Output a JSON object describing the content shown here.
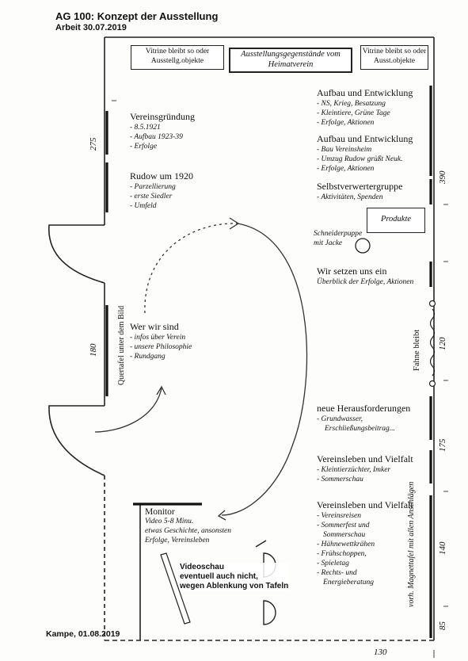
{
  "header": {
    "title": "AG 100: Konzept der Ausstellung",
    "subtitle": "Arbeit 30.07.2019"
  },
  "footer_date": "Kampe, 01.08.2019",
  "boxes": {
    "left_vitrine": "Vitrine bleibt so oder Ausstellg.objekte",
    "center": "Ausstellungsgegenstände vom Heimatverein",
    "right_vitrine": "Vitrine bleibt so oder Ausst.objekte",
    "produkte": "Produkte"
  },
  "left_sections": [
    {
      "title": "Vereinsgründung",
      "items": [
        "- 8.5.1921",
        "- Aufbau 1923-39",
        "- Erfolge"
      ]
    },
    {
      "title": "Rudow um 1920",
      "items": [
        "- Parzellierung",
        "- erste Siedler",
        "- Umfeld"
      ]
    }
  ],
  "wer_wir_sind": {
    "title": "Wer wir sind",
    "items": [
      "- infos über Verein",
      "- unsere Philosophie",
      "- Rundgang"
    ]
  },
  "right_sections": [
    {
      "title": "Aufbau und Entwicklung",
      "items": [
        "- NS, Krieg, Besatzung",
        "- Kleintiere, Grüne Tage",
        "- Erfolge, Aktionen"
      ]
    },
    {
      "title": "Aufbau und Entwicklung",
      "items": [
        "- Bau Vereinsheim",
        "- Umzug Rudow grüßt Neuk.",
        "- Erfolge, Aktionen"
      ]
    },
    {
      "title": "Selbstverwertergruppe",
      "items": [
        "- Aktivitäten, Spenden"
      ]
    }
  ],
  "schneiderpuppe": "Schneiderpuppe mit Jacke",
  "wir_setzen": {
    "title": "Wir setzen uns ein",
    "items": [
      "Überblick der Erfolge, Aktionen"
    ]
  },
  "fahne": "Fahne bleibt",
  "heraus": {
    "title": "neue Herausforderungen",
    "items": [
      "- Grundwasser,",
      "Erschließungsbeitrag..."
    ]
  },
  "vielfalt1": {
    "title": "Vereinsleben und Vielfalt",
    "items": [
      "- Kleintierzüchter, Imker",
      "- Sommerschau"
    ]
  },
  "vielfalt2": {
    "title": "Vereinsleben und Vielfalt",
    "items": [
      "- Vereinsreisen",
      "- Sommerfest und",
      "Sommerschau",
      "- Hähnewettkrähen",
      "- Frühschoppen,",
      "- Spieletag",
      "- Rechts- und",
      "Energieberatung"
    ]
  },
  "monitor": {
    "title": "Monitor",
    "items": [
      "Video 5-8 Minu.",
      "etwas Geschichte, ansonsten",
      "Erfolge, Vereinsleben"
    ]
  },
  "videoschau": [
    "Videoschau",
    "eventuell auch nicht,",
    "wegen Ablenkung von Tafeln"
  ],
  "quertafel": "Quertafel unter dem Bild",
  "magnettafel": "vorh. Magnettafel mit allen Anschlägen",
  "measurements": {
    "m275": "275",
    "m180": "180",
    "m390": "390",
    "m120": "120",
    "m175": "175",
    "m140": "140",
    "m85": "85",
    "m130": "130"
  }
}
